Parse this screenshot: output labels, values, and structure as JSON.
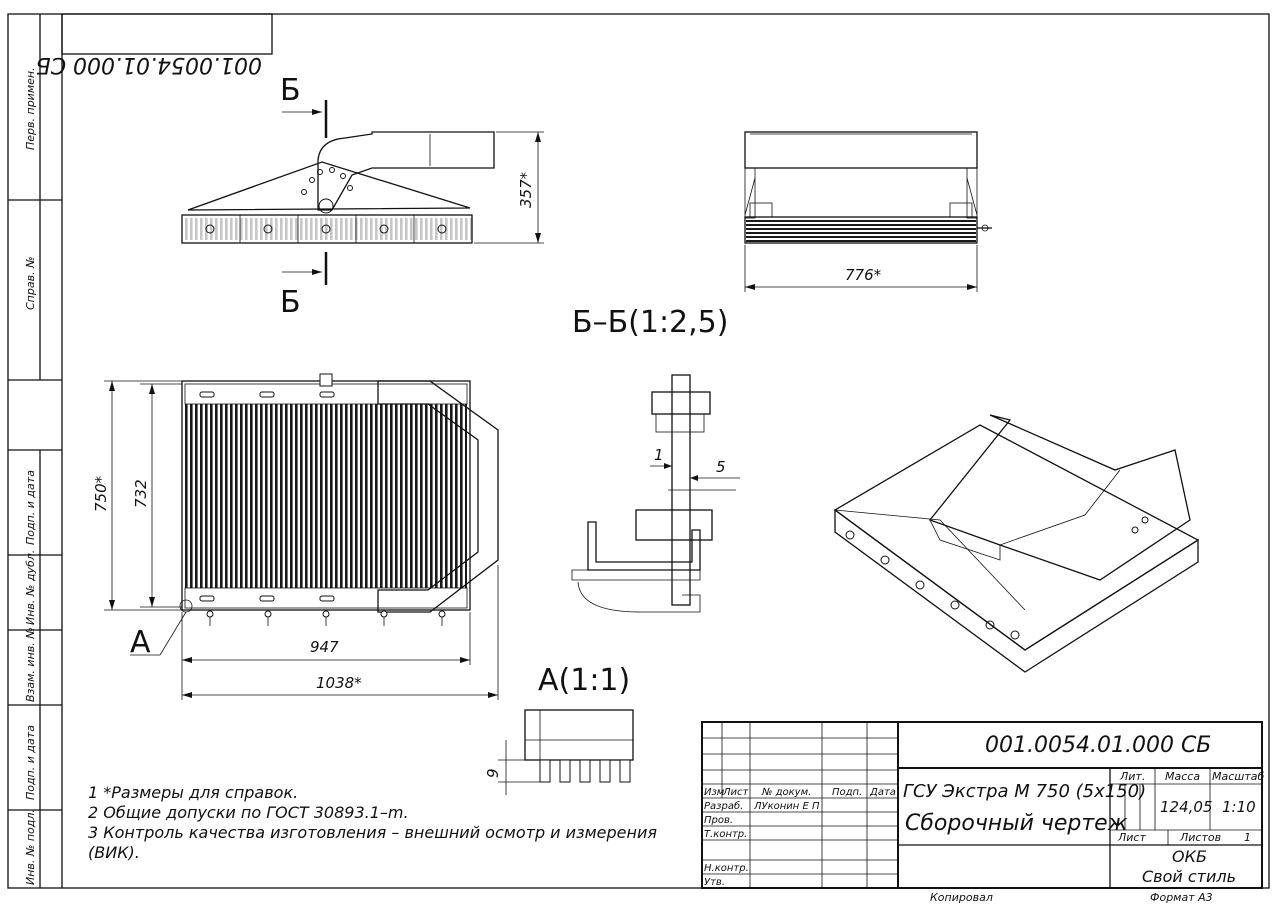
{
  "drawing": {
    "number": "001.0054.01.000 СБ",
    "number_mirrored": "001.0054.01.000 СБ",
    "title_line1": "ГСУ Экстра М 750 (5х150)",
    "title_line2": "Сборочный чертеж",
    "mass": "124,05",
    "scale": "1:10",
    "sheets_label": "Листов",
    "sheets_value": "1",
    "sheet_label": "Лист",
    "lit_label": "Лит.",
    "mass_label": "Масса",
    "scale_label": "Масштаб",
    "org1": "ОКБ",
    "org2": "Свой стиль",
    "copied": "Копировал",
    "format": "Формат    А3"
  },
  "stamp_headers": {
    "izm": "Изм",
    "list": "Лист",
    "doc": "№ докум.",
    "sign": "Подп.",
    "date": "Дата"
  },
  "stamp_rows": {
    "razrab": "Разраб.",
    "razrab_name": "ЛУконин Е П",
    "prov": "Пров.",
    "tkontr": "Т.контр.",
    "nkontr": "Н.контр.",
    "utv": "Утв."
  },
  "side_strip": {
    "perv": "Перв. примен.",
    "sprav": "Справ. №",
    "podp1": "Подп. и дата",
    "inv_dubl": "Инв. № дубл.",
    "vzam": "Взам. инв. №",
    "podp2": "Подп. и дата",
    "inv_podl": "Инв. № подл."
  },
  "views": {
    "section_label": "Б–Б(1:2,5)",
    "detail_label": "А(1:1)",
    "cut_top": "Б",
    "cut_bottom": "Б",
    "detail_marker": "А"
  },
  "dimensions": {
    "height_top": "357*",
    "width_side": "776*",
    "height_750": "750*",
    "height_732": "732",
    "width_947": "947",
    "width_1038": "1038*",
    "sec_1": "1",
    "sec_5": "5",
    "det_9": "9"
  },
  "notes": [
    "1  *Размеры для справок.",
    "2  Общие допуски по ГОСТ 30893.1–m.",
    "3  Контроль качества изготовления – внешний осмотр и измерения",
    "(ВИК)."
  ]
}
